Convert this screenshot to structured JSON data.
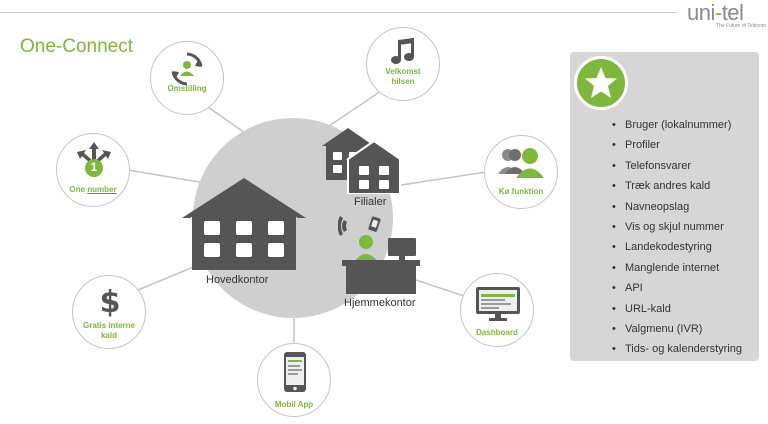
{
  "title": "One-Connect",
  "logo": {
    "part1": "uni",
    "dash": "-",
    "part2": "tel",
    "tagline": "The Future of Telecom"
  },
  "center": {
    "main": "Hovedkontor",
    "branch": "Filialer",
    "home": "Hjemmekontor"
  },
  "nodes": {
    "omstilling": "Omstilling",
    "velkomst_line1": "Velkomst",
    "velkomst_line2": "hilsen",
    "one_number_a": "One",
    "one_number_b": "number",
    "one_badge": "1",
    "koe": "Kø funktion",
    "gratis_line1": "Gratis interne",
    "gratis_line2": "kald",
    "dashboard": "Dashboard",
    "mobil": "Mobil App"
  },
  "features": [
    "Bruger (lokalnummer)",
    "Profiler",
    "Telefonsvarer",
    "Træk andres kald",
    "Navneopslag",
    "Vis og skjul nummer",
    "Landekodestyring",
    "Manglende internet",
    "API",
    "URL-kald",
    "Valgmenu (IVR)",
    "Tids- og kalenderstyring"
  ],
  "colors": {
    "accent": "#7cb83a",
    "dark": "#555555",
    "hub": "#cfcfcf",
    "panel": "#d6d6d6"
  }
}
